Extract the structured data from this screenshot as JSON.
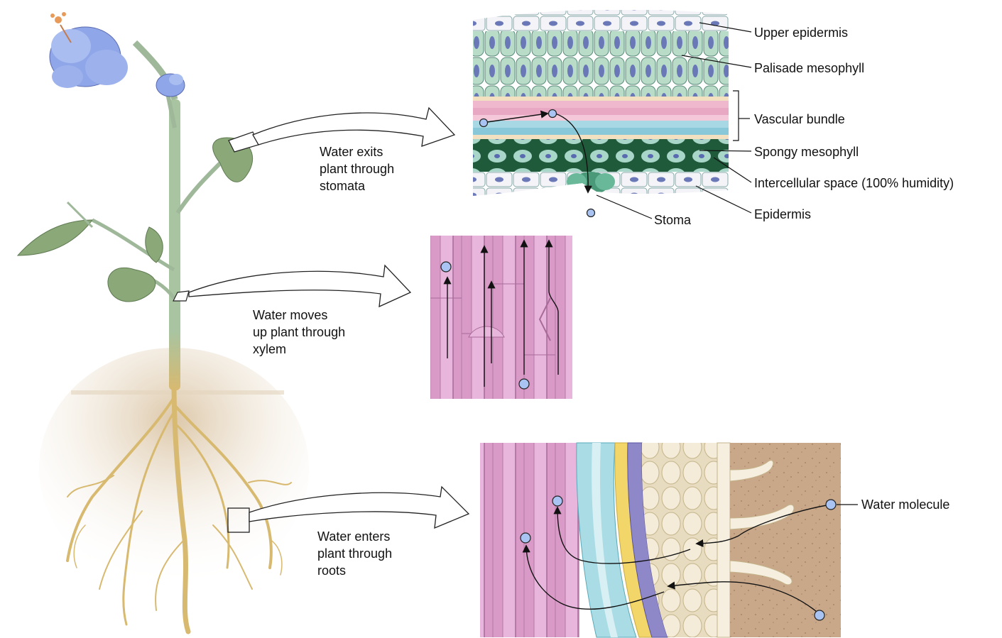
{
  "captions": {
    "stomata": [
      "Water exits",
      "plant through",
      "stomata"
    ],
    "xylem": [
      "Water moves",
      "up plant through",
      "xylem"
    ],
    "roots": [
      "Water enters",
      "plant through",
      "roots"
    ]
  },
  "leaf_labels": {
    "upper_epidermis": "Upper epidermis",
    "palisade": "Palisade mesophyll",
    "vascular": "Vascular bundle",
    "spongy": "Spongy mesophyll",
    "intercellular": "Intercellular space (100% humidity)",
    "epidermis": "Epidermis",
    "stoma": "Stoma"
  },
  "root_labels": {
    "water_molecule": "Water molecule"
  },
  "colors": {
    "stem": "#9fb89a",
    "leaf": "#8aa878",
    "flower": "#8fa6e8",
    "root": "#d8b970",
    "soil": "#d9c2a0",
    "xylem": "#d79ac7",
    "water_molecule": "#a9c4f2"
  }
}
